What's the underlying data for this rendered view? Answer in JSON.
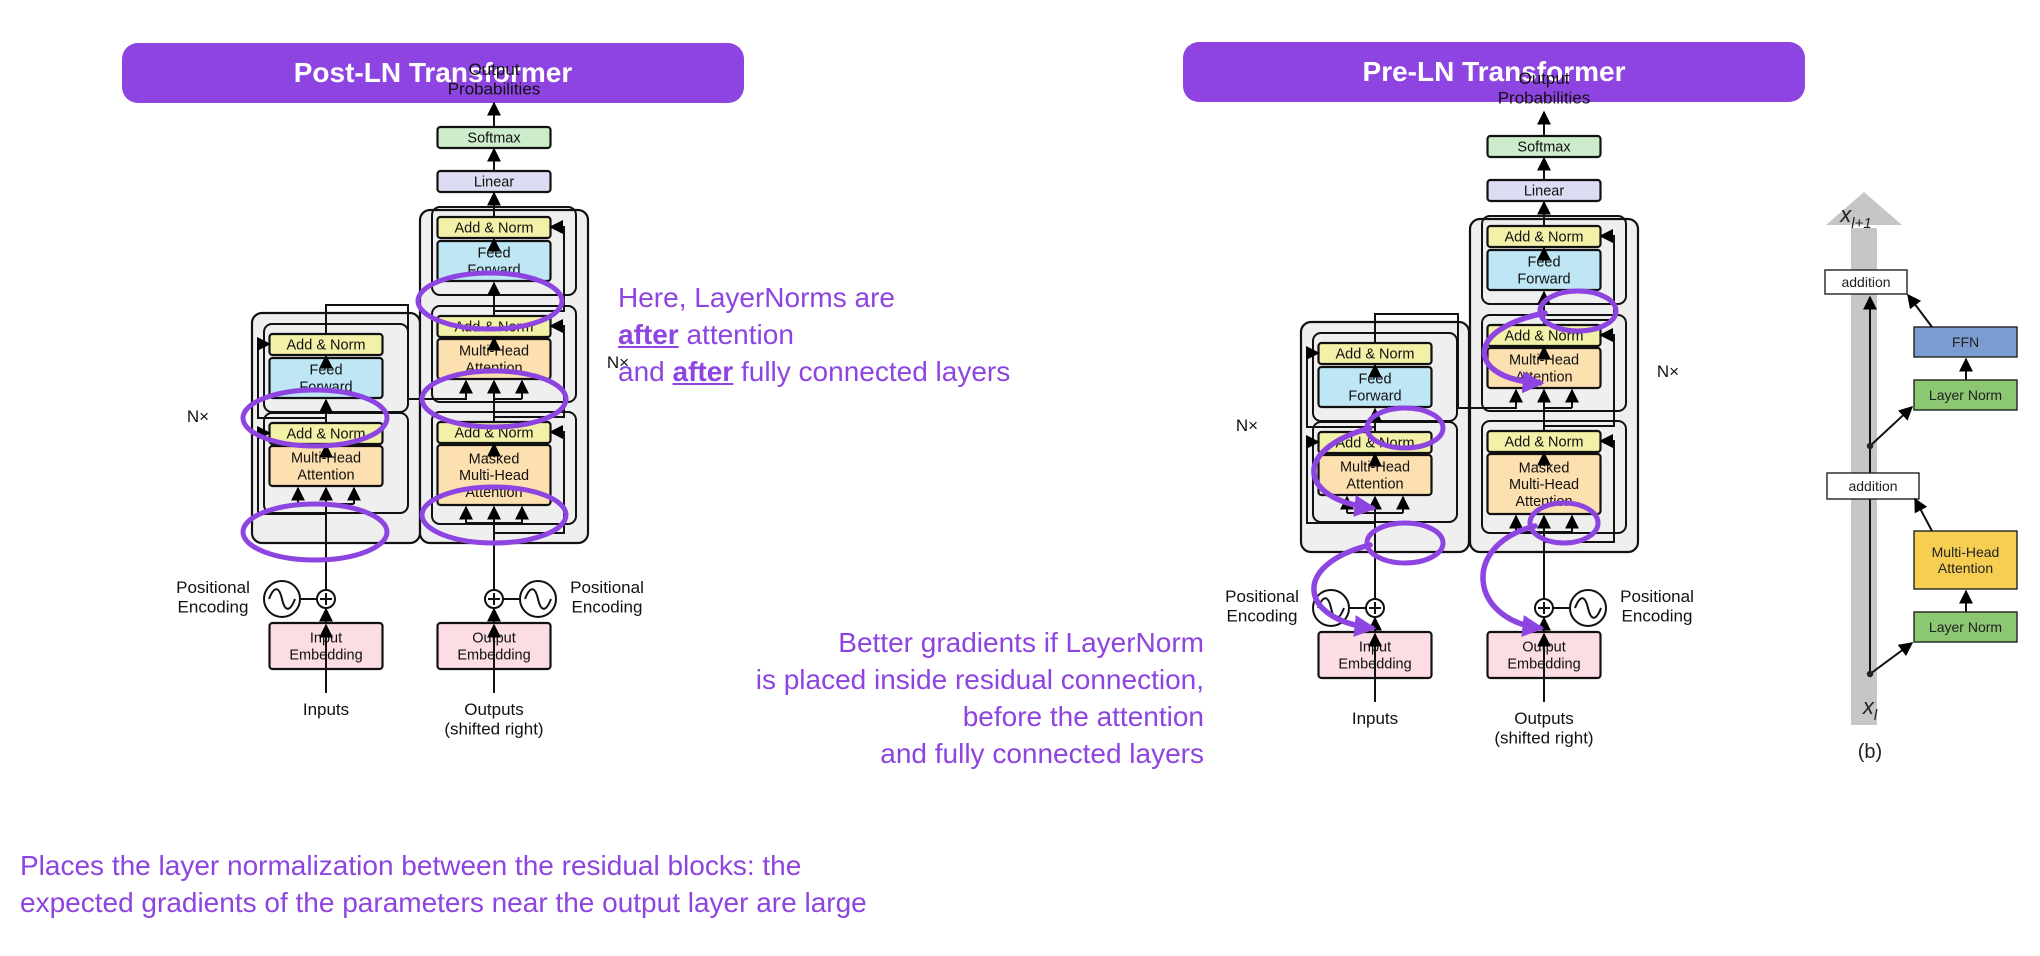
{
  "titles": {
    "post_ln": "Post-LN Transformer",
    "pre_ln": "Pre-LN Transformer"
  },
  "notes": {
    "post_ln_line1": "Here, LayerNorms are",
    "post_ln_line2_bold": "after",
    "post_ln_line2_rest": " attention",
    "post_ln_line3_pre": "and ",
    "post_ln_line3_bold": "after",
    "post_ln_line3_rest": " fully connected layers",
    "pre_ln_lines": [
      "Better gradients if LayerNorm",
      "is placed inside residual connection,",
      "before the attention",
      "and fully connected layers"
    ],
    "bottom_lines": [
      "Places the layer normalization between the residual blocks: the",
      "expected gradients of the parameters near the output layer are large"
    ]
  },
  "diagram_labels": {
    "output_probabilities": [
      "Output",
      "Probabilities"
    ],
    "softmax": "Softmax",
    "linear": "Linear",
    "add_norm": "Add & Norm",
    "feed_forward": [
      "Feed",
      "Forward"
    ],
    "multi_head_attention": [
      "Multi-Head",
      "Attention"
    ],
    "masked_multi_head_attention": [
      "Masked",
      "Multi-Head",
      "Attention"
    ],
    "nx": "N×",
    "positional_encoding": [
      "Positional",
      "Encoding"
    ],
    "input_embedding": [
      "Input",
      "Embedding"
    ],
    "output_embedding": [
      "Output",
      "Embedding"
    ],
    "inputs": "Inputs",
    "outputs_shifted": [
      "Outputs",
      "(shifted right)"
    ]
  },
  "panel_b": {
    "addition": "addition",
    "ffn": "FFN",
    "layer_norm": "Layer Norm",
    "multi_head_attention": [
      "Multi-Head",
      "Attention"
    ],
    "x_top": "x",
    "x_top_sub": "l+1",
    "x_bottom": "x",
    "x_bottom_sub": "l",
    "caption": "(b)"
  },
  "colors": {
    "accent": "#8e44e0",
    "add_norm": "#f3f0a8",
    "feed_forward": "#bfe6f5",
    "attention": "#fde0b0",
    "embedding": "#fbdde3",
    "softmax": "#cdeccc",
    "linear": "#dcdcf2",
    "block_bg": "#efefef",
    "ffn_b": "#7b9cd0",
    "layer_norm_b": "#8cc772",
    "attention_b": "#f6cf52"
  }
}
